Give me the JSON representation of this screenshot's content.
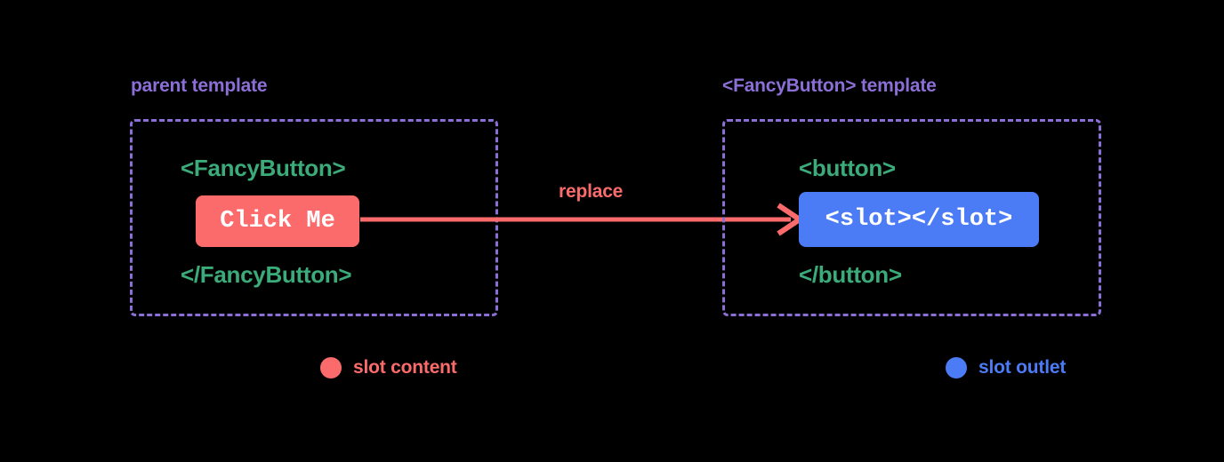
{
  "diagram": {
    "background_color": "#000000",
    "accent_colors": {
      "purple": "#8C6FD6",
      "green": "#3AAB79",
      "red": "#FB6B6B",
      "blue": "#4B7BF5",
      "white": "#FFFFFF"
    }
  },
  "panels": [
    {
      "id": "parent",
      "title": "parent template",
      "open_tag": "<FancyButton>",
      "close_tag": "</FancyButton>",
      "chip_text": "Click Me",
      "chip_color": "#FB6B6B"
    },
    {
      "id": "fancybutton",
      "title": "<FancyButton> template",
      "open_tag": "<button>",
      "close_tag": "</button>",
      "chip_text": "<slot></slot>",
      "chip_color": "#4B7BF5"
    }
  ],
  "arrow": {
    "label": "replace",
    "color": "#FB6B6B",
    "direction": "left-to-right"
  },
  "legend": [
    {
      "label": "slot content",
      "color": "#FB6B6B",
      "icon": "filled-circle-icon"
    },
    {
      "label": "slot outlet",
      "color": "#4B7BF5",
      "icon": "filled-circle-icon"
    }
  ]
}
